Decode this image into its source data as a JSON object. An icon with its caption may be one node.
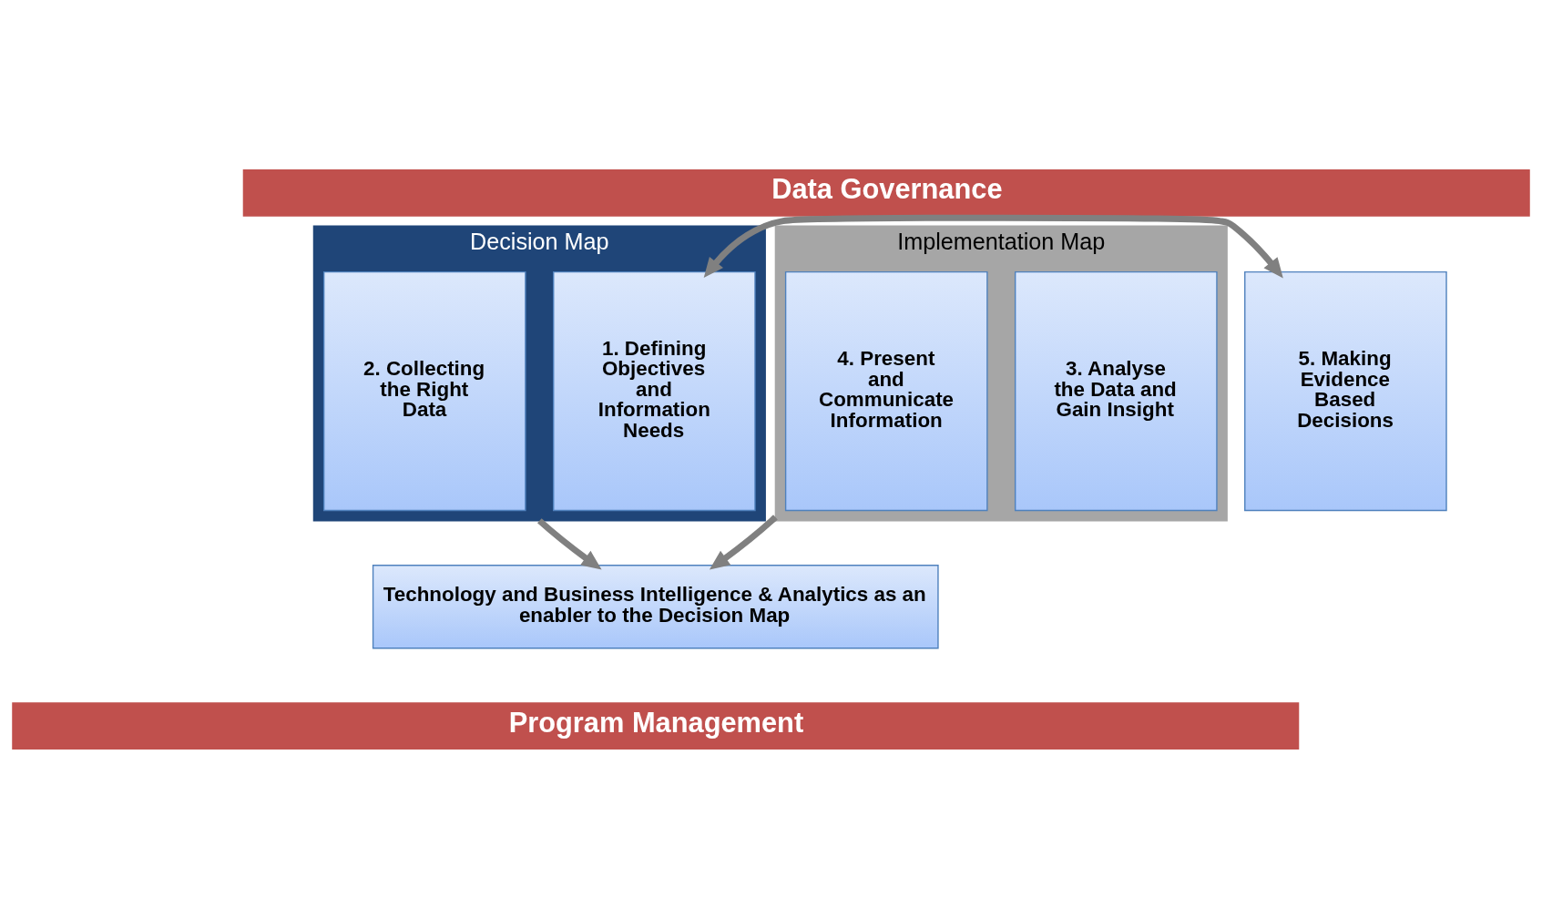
{
  "diagram": {
    "nodes": [
      {
        "text": [
          "Data Governance"
        ]
      },
      {
        "text": [
          "Decision Map"
        ]
      },
      {
        "text": [
          "1. Defining Objectives and Information Needs"
        ],
        "in": 1
      },
      {
        "text": [
          "2. Collecting the Right Data"
        ],
        "in": 1
      },
      {
        "text": [
          "Implementation Map"
        ]
      },
      {
        "text": [
          "3. Analyse the Data and Gain Insight"
        ],
        "in": 4
      },
      {
        "text": [
          "4. Present and Communicate Information"
        ],
        "in": 4
      },
      {
        "text": [
          "5. Making Evidence Based Decisions"
        ]
      },
      {
        "text": [
          "Technology and Business Intelligence & Analytics as an enabler to the Decision Map"
        ]
      },
      {
        "text": [
          "Program Management"
        ]
      }
    ],
    "edges": [
      {
        "from": 2,
        "to": 7,
        "arrow": "both"
      },
      {
        "from": 1,
        "to": 8,
        "arrow": "to"
      },
      {
        "from": 4,
        "to": 8,
        "arrow": "to"
      }
    ]
  }
}
